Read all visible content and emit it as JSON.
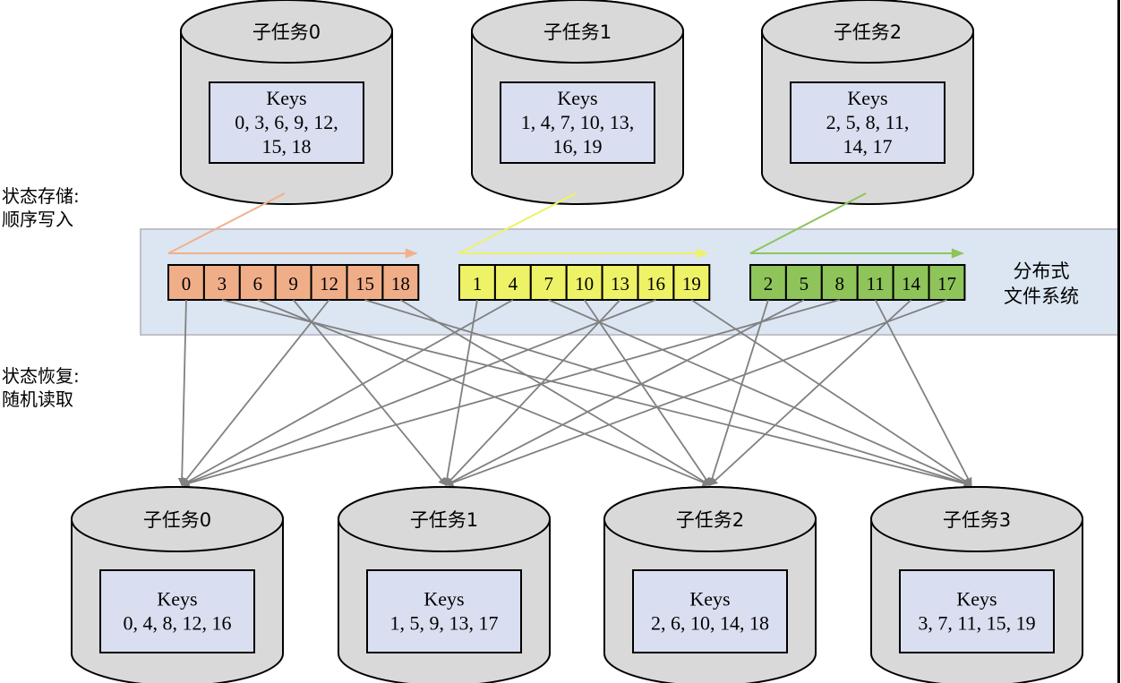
{
  "labels": {
    "store": [
      "状态存储:",
      "顺序写入"
    ],
    "restore": [
      "状态恢复:",
      "随机读取"
    ],
    "dfs": [
      "分布式",
      "文件系统"
    ]
  },
  "colors": {
    "cylinder_fill": "#d9d9d9",
    "key_box_fill": "#d9def0",
    "dfs_band_fill": "#dce6f2",
    "dfs_band_border": "#c0c0c8",
    "arrow_gray": "#808080"
  },
  "keys_word": "Keys",
  "source_tasks": [
    {
      "name": "子任务0",
      "keys_lines": [
        "0, 3, 6, 9, 12,",
        "15, 18"
      ],
      "keys": [
        0,
        3,
        6,
        9,
        12,
        15,
        18
      ],
      "cell_color": "#f0ae88",
      "arrow_color": "#f2b08a"
    },
    {
      "name": "子任务1",
      "keys_lines": [
        "1, 4, 7, 10, 13,",
        "16, 19"
      ],
      "keys": [
        1,
        4,
        7,
        10,
        13,
        16,
        19
      ],
      "cell_color": "#eef266",
      "arrow_color": "#eef266"
    },
    {
      "name": "子任务2",
      "keys_lines": [
        "2, 5, 8, 11,",
        "14, 17"
      ],
      "keys": [
        2,
        5,
        8,
        11,
        14,
        17
      ],
      "cell_color": "#8ec45a",
      "arrow_color": "#8ec45a"
    }
  ],
  "target_tasks": [
    {
      "name": "子任务0",
      "keys_lines": [
        "0, 4, 8, 12, 16"
      ],
      "keys": [
        0,
        4,
        8,
        12,
        16
      ]
    },
    {
      "name": "子任务1",
      "keys_lines": [
        "1, 5, 9, 13, 17"
      ],
      "keys": [
        1,
        5,
        9,
        13,
        17
      ]
    },
    {
      "name": "子任务2",
      "keys_lines": [
        "2, 6, 10, 14, 18"
      ],
      "keys": [
        2,
        6,
        10,
        14,
        18
      ]
    },
    {
      "name": "子任务3",
      "keys_lines": [
        "3, 7, 11, 15, 19"
      ],
      "keys": [
        3,
        7,
        11,
        15,
        19
      ]
    }
  ]
}
